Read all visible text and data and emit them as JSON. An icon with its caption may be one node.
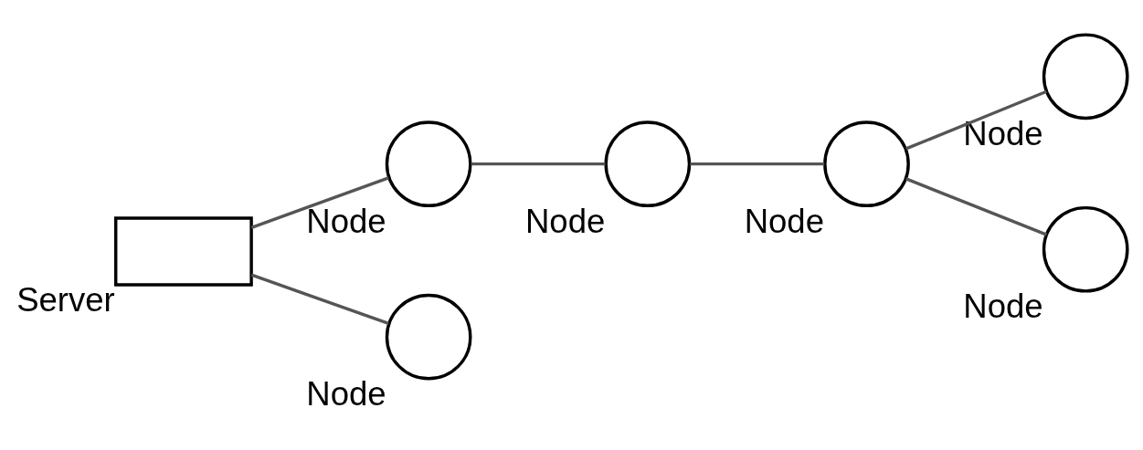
{
  "diagram": {
    "nodes": [
      {
        "text": [
          "Server"
        ]
      },
      {
        "text": [
          "Node"
        ]
      },
      {
        "text": [
          "Node"
        ]
      },
      {
        "text": [
          "Node"
        ]
      },
      {
        "text": [
          "Node"
        ]
      },
      {
        "text": [
          "Node"
        ]
      },
      {
        "text": [
          "Node"
        ]
      }
    ],
    "edges": [
      {
        "from": 0,
        "to": 1,
        "arrow": "none"
      },
      {
        "from": 0,
        "to": 3,
        "arrow": "none"
      },
      {
        "from": 1,
        "to": 2,
        "arrow": "none"
      },
      {
        "from": 2,
        "to": 4,
        "arrow": "none"
      },
      {
        "from": 4,
        "to": 5,
        "arrow": "none"
      },
      {
        "from": 4,
        "to": 6,
        "arrow": "none"
      }
    ]
  }
}
